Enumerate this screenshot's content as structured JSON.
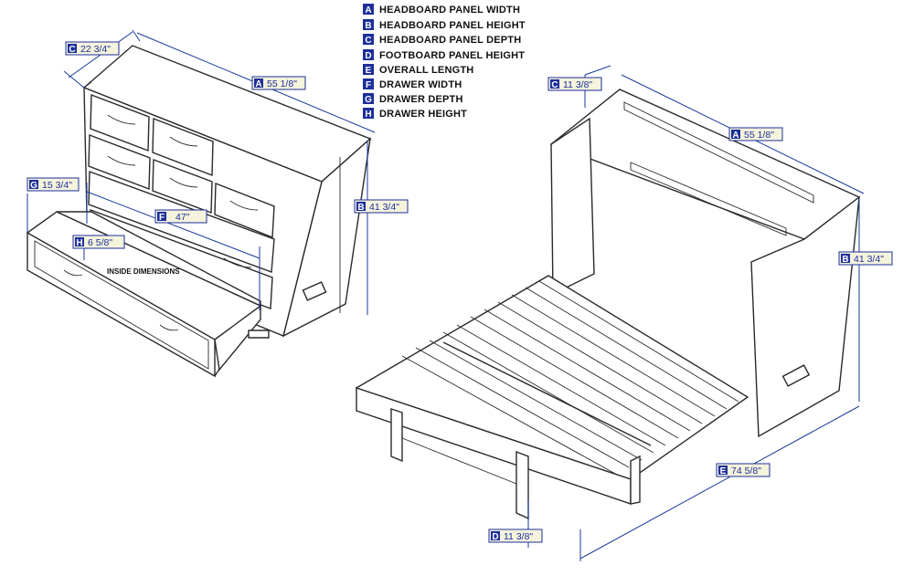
{
  "legend": [
    {
      "letter": "A",
      "text": "HEADBOARD PANEL WIDTH"
    },
    {
      "letter": "B",
      "text": "HEADBOARD PANEL HEIGHT"
    },
    {
      "letter": "C",
      "text": "HEADBOARD PANEL DEPTH"
    },
    {
      "letter": "D",
      "text": "FOOTBOARD PANEL HEIGHT"
    },
    {
      "letter": "E",
      "text": "OVERALL LENGTH"
    },
    {
      "letter": "F",
      "text": "DRAWER WIDTH"
    },
    {
      "letter": "G",
      "text": "DRAWER DEPTH"
    },
    {
      "letter": "H",
      "text": "DRAWER HEIGHT"
    }
  ],
  "cabinet_dims": {
    "c": {
      "letter": "C",
      "value": "22 3/4\""
    },
    "a": {
      "letter": "A",
      "value": "55 1/8\""
    },
    "b": {
      "letter": "B",
      "value": "41 3/4\""
    },
    "g": {
      "letter": "G",
      "value": "15 3/4\""
    },
    "f": {
      "letter": "F",
      "value": "47\""
    },
    "h": {
      "letter": "H",
      "value": "6 5/8\""
    }
  },
  "inside_note": "INSIDE DIMENSIONS",
  "bed_dims": {
    "c": {
      "letter": "C",
      "value": "11 3/8\""
    },
    "a": {
      "letter": "A",
      "value": "55 1/8\""
    },
    "b": {
      "letter": "B",
      "value": "41 3/4\""
    },
    "e": {
      "letter": "E",
      "value": "74 5/8\""
    },
    "d": {
      "letter": "D",
      "value": "11 3/8\""
    }
  }
}
